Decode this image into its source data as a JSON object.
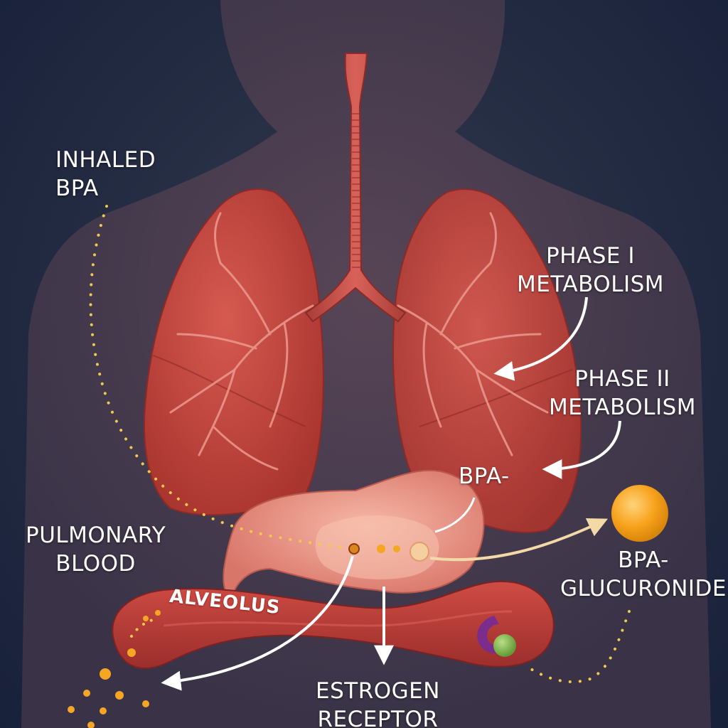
{
  "labels": {
    "inhaled_bpa": [
      "INHALED",
      "BPA"
    ],
    "phase1": [
      "PHASE I",
      "METABOLISM"
    ],
    "phase2": [
      "PHASE II",
      "METABOLISM"
    ],
    "bpa_short": "BPA-",
    "pulmonary_blood": [
      "PULMONARY",
      "BLOOD"
    ],
    "bpa_glucuronide": [
      "BPA-",
      "GLUCURONIDE"
    ],
    "alveolus": "ALVEOLUS",
    "estrogen_receptor": [
      "ESTROGEN",
      "RECEPTOR"
    ]
  },
  "colors": {
    "background": "#1b2537",
    "body_silhouette": "#4a3f4f",
    "lung": "#c0463f",
    "lung_vein": "#e8938a",
    "trachea": "#c9544c",
    "organ": "#e8998a",
    "vessel": "#b73c38",
    "dots": "#f2c94c",
    "bpa_particle": "#f5a623",
    "glucuronide_sphere": "#f7a21b",
    "receptor_purple": "#7b2d8e",
    "receptor_green": "#7ab648",
    "arrow": "#ffffff"
  }
}
